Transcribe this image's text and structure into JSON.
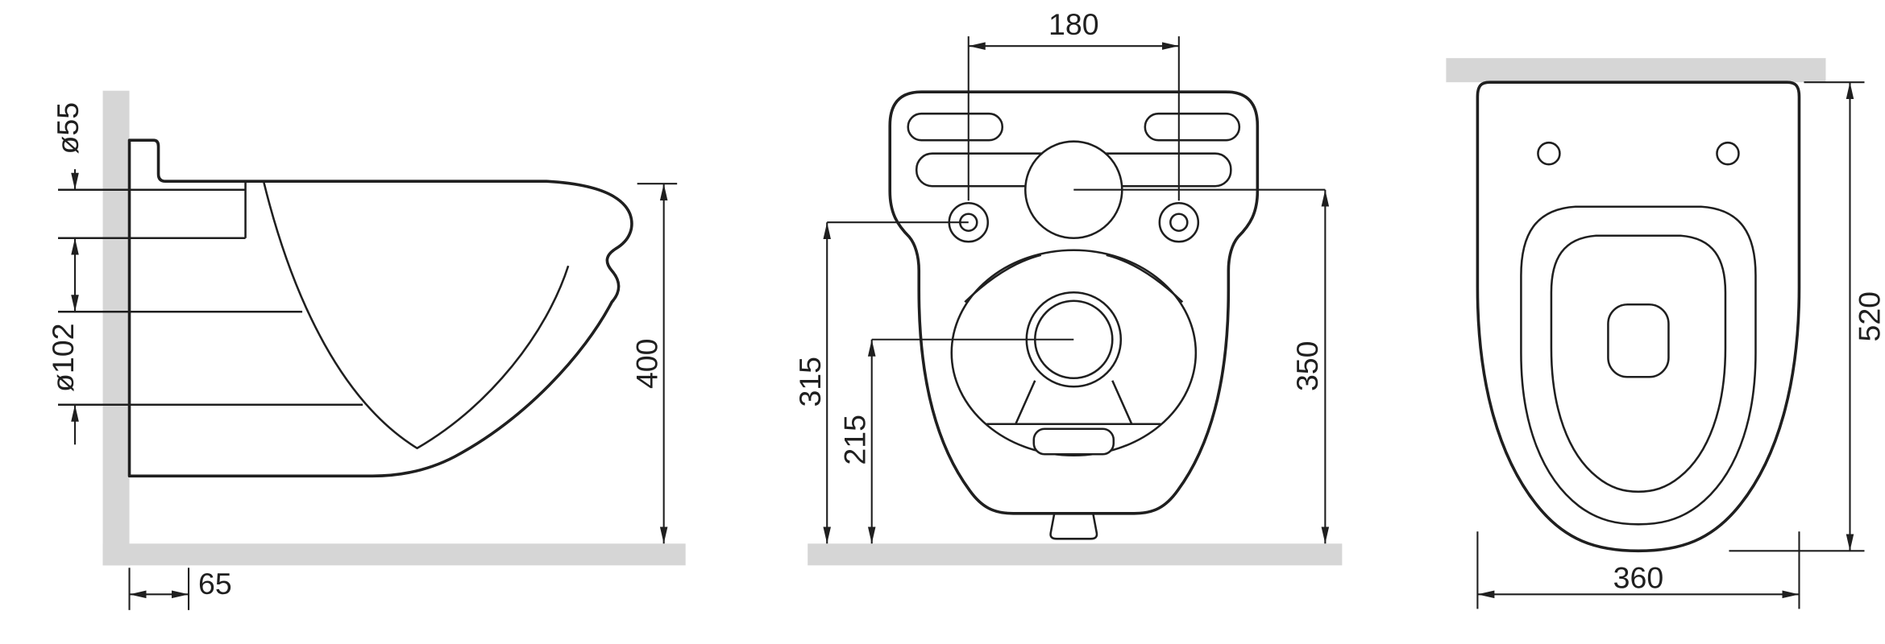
{
  "page": {
    "background": "#ffffff",
    "line_color": "#1f1f1f",
    "surface_fill": "#d6d6d6"
  },
  "views": {
    "side": {
      "dimensions": {
        "inlet_diameter": "ø55",
        "outlet_diameter": "ø102",
        "height": "400",
        "floor_offset": "65"
      }
    },
    "back": {
      "dimensions": {
        "bolt_spacing": "180",
        "bolt_center_height": "315",
        "outlet_center_height": "215",
        "inlet_center_height": "350"
      }
    },
    "top": {
      "dimensions": {
        "depth": "520",
        "width": "360"
      }
    }
  }
}
